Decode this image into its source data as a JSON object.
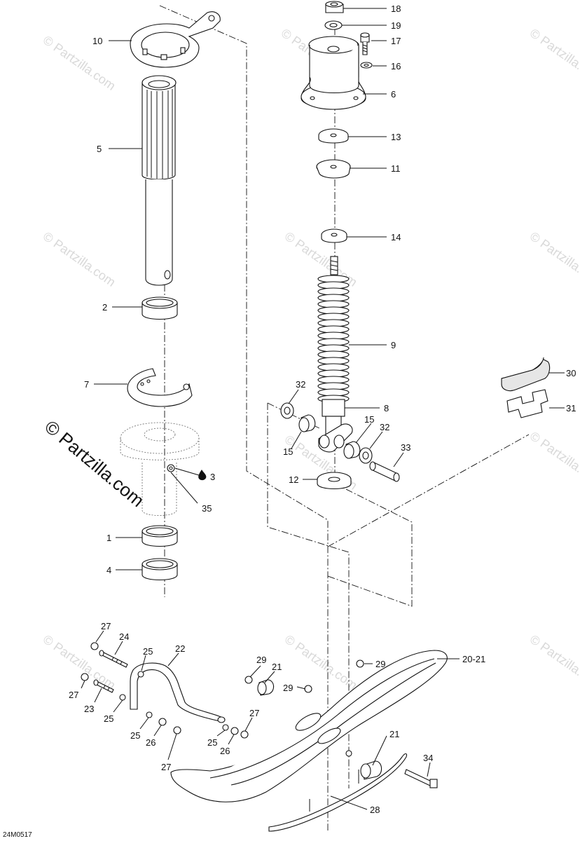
{
  "watermark": {
    "text": "© Partzilla.com",
    "main_text": "© Partzilla.com"
  },
  "figure_id": "24M0517",
  "callouts": [
    {
      "id": "c18",
      "label": "18"
    },
    {
      "id": "c19",
      "label": "19"
    },
    {
      "id": "c17",
      "label": "17"
    },
    {
      "id": "c16",
      "label": "16"
    },
    {
      "id": "c6",
      "label": "6"
    },
    {
      "id": "c13",
      "label": "13"
    },
    {
      "id": "c11",
      "label": "11"
    },
    {
      "id": "c14",
      "label": "14"
    },
    {
      "id": "c9",
      "label": "9"
    },
    {
      "id": "c8",
      "label": "8"
    },
    {
      "id": "c32a",
      "label": "32"
    },
    {
      "id": "c15a",
      "label": "15"
    },
    {
      "id": "c15b",
      "label": "15"
    },
    {
      "id": "c32b",
      "label": "32"
    },
    {
      "id": "c33",
      "label": "33"
    },
    {
      "id": "c12",
      "label": "12"
    },
    {
      "id": "c30",
      "label": "30"
    },
    {
      "id": "c31",
      "label": "31"
    },
    {
      "id": "c10",
      "label": "10"
    },
    {
      "id": "c5",
      "label": "5"
    },
    {
      "id": "c2",
      "label": "2"
    },
    {
      "id": "c7",
      "label": "7"
    },
    {
      "id": "c3",
      "label": "3"
    },
    {
      "id": "c35",
      "label": "35"
    },
    {
      "id": "c1",
      "label": "1"
    },
    {
      "id": "c4",
      "label": "4"
    },
    {
      "id": "c27a",
      "label": "27"
    },
    {
      "id": "c24",
      "label": "24"
    },
    {
      "id": "c25a",
      "label": "25"
    },
    {
      "id": "c22",
      "label": "22"
    },
    {
      "id": "c27b",
      "label": "27"
    },
    {
      "id": "c23",
      "label": "23"
    },
    {
      "id": "c25b",
      "label": "25"
    },
    {
      "id": "c25c",
      "label": "25"
    },
    {
      "id": "c26a",
      "label": "26"
    },
    {
      "id": "c27c",
      "label": "27"
    },
    {
      "id": "c25d",
      "label": "25"
    },
    {
      "id": "c26b",
      "label": "26"
    },
    {
      "id": "c27d",
      "label": "27"
    },
    {
      "id": "c29a",
      "label": "29"
    },
    {
      "id": "c21a",
      "label": "21"
    },
    {
      "id": "c29b",
      "label": "29"
    },
    {
      "id": "c29c",
      "label": "29"
    },
    {
      "id": "c2021",
      "label": "20-21"
    },
    {
      "id": "c21b",
      "label": "21"
    },
    {
      "id": "c34",
      "label": "34"
    },
    {
      "id": "c28",
      "label": "28"
    }
  ]
}
